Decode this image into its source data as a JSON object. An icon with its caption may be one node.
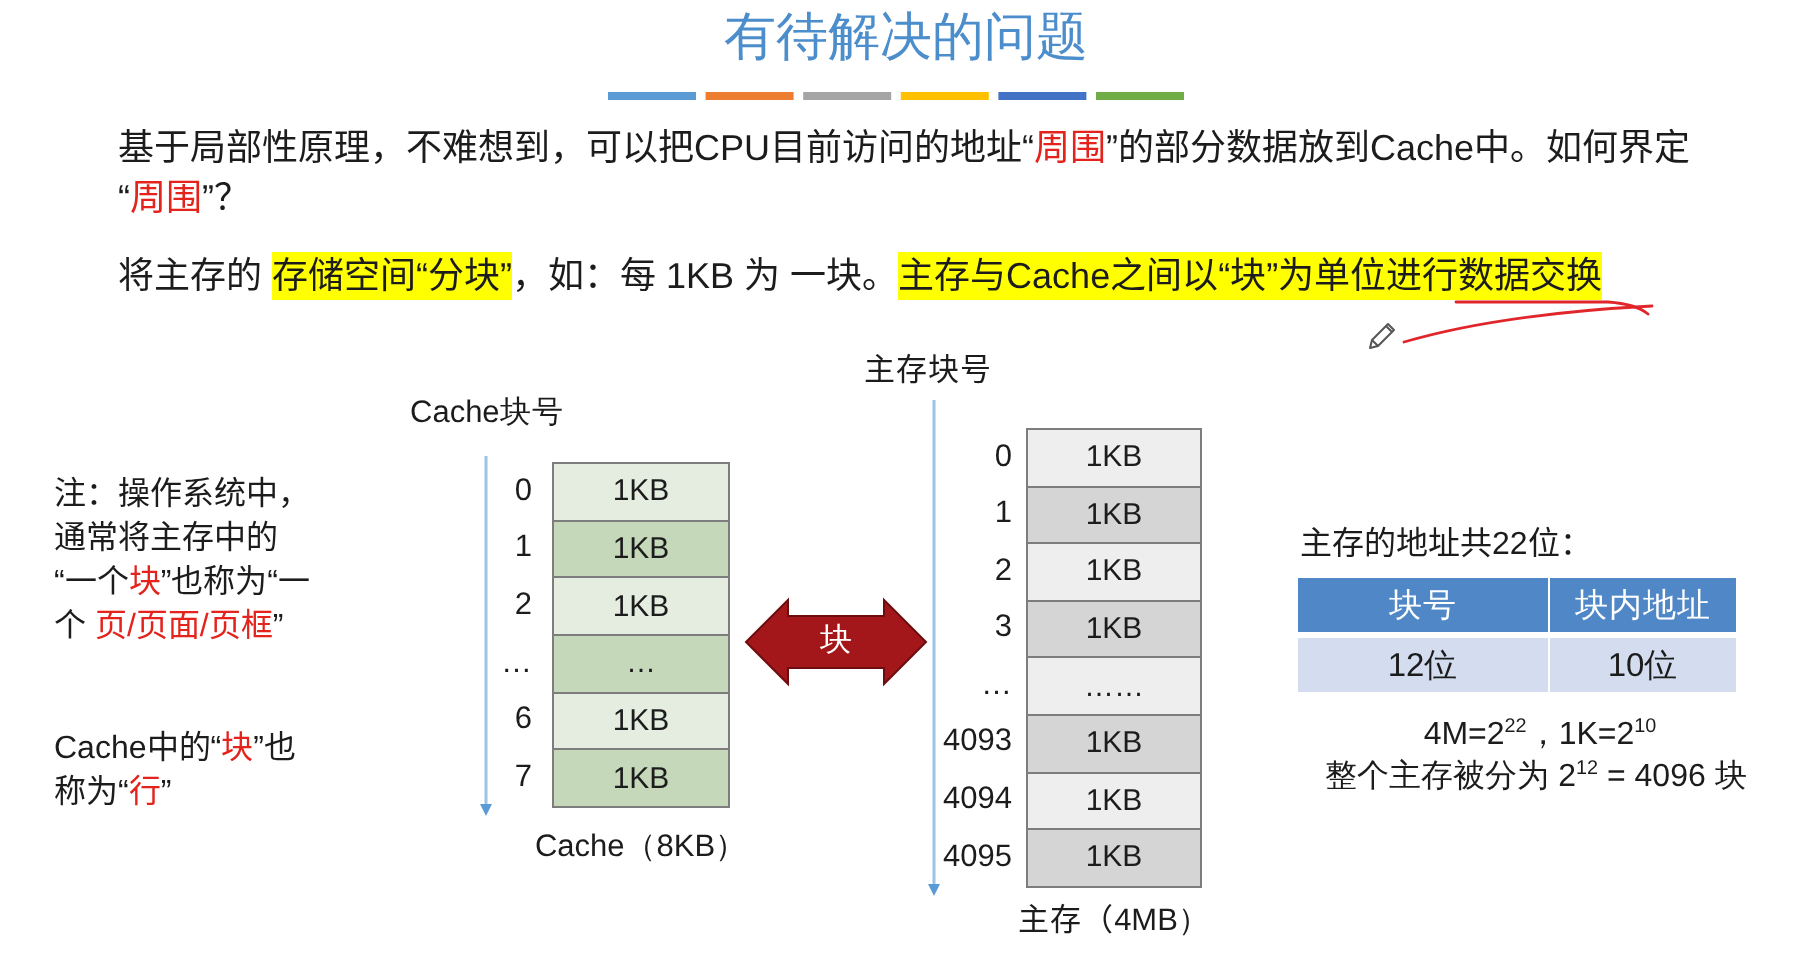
{
  "diagram": {
    "title": "有待解决的问题",
    "nodes": [
      {
        "text": [
          "Cache（8KB）"
        ],
        "beside": [
          "Cache块号"
        ]
      },
      {
        "text": [
          "1KB"
        ],
        "beside": [
          "0"
        ],
        "in": 0
      },
      {
        "text": [
          "1KB"
        ],
        "beside": [
          "1"
        ],
        "in": 0
      },
      {
        "text": [
          "1KB"
        ],
        "beside": [
          "2"
        ],
        "in": 0
      },
      {
        "text": [
          "…"
        ],
        "beside": [
          "…"
        ],
        "in": 0
      },
      {
        "text": [
          "1KB"
        ],
        "beside": [
          "6"
        ],
        "in": 0
      },
      {
        "text": [
          "1KB"
        ],
        "beside": [
          "7"
        ],
        "in": 0
      },
      {
        "text": [
          "主存（4MB）"
        ],
        "beside": [
          "主存块号"
        ]
      },
      {
        "text": [
          "1KB"
        ],
        "beside": [
          "0"
        ],
        "in": 7
      },
      {
        "text": [
          "1KB"
        ],
        "beside": [
          "1"
        ],
        "in": 7
      },
      {
        "text": [
          "1KB"
        ],
        "beside": [
          "2"
        ],
        "in": 7
      },
      {
        "text": [
          "1KB"
        ],
        "beside": [
          "3"
        ],
        "in": 7
      },
      {
        "text": [
          "……"
        ],
        "beside": [
          "…"
        ],
        "in": 7
      },
      {
        "text": [
          "1KB"
        ],
        "beside": [
          "4093"
        ],
        "in": 7
      },
      {
        "text": [
          "1KB"
        ],
        "beside": [
          "4094"
        ],
        "in": 7
      },
      {
        "text": [
          "1KB"
        ],
        "beside": [
          "4095"
        ],
        "in": 7
      }
    ],
    "edges": [
      {
        "from": 0,
        "to": 7,
        "arrow": "both",
        "label": "块"
      }
    ],
    "labels": [
      "基于局部性原理，不难想到，可以把CPU目前访问的地址“**周围**”的部分数据放到Cache中。如何界定“**周围**”？",
      "将主存的 *存储空间“分块”*，如：每 1KB 为 一块。*主存与Cache之间以“块”为单位进行数据交换*",
      "注：操作系统中，通常将主存中的“一个**块**”也称为“一个 **页/页面/页框**”",
      "Cache中的“**块**”也称为“**行**”",
      "主存的地址共22位：",
      "块号",
      "块内地址",
      "12位",
      "10位",
      "4M=2$^{22}$，1K=2$^{10}$",
      "整个主存被分为 2$^{12}$ = 4096 块"
    ]
  }
}
